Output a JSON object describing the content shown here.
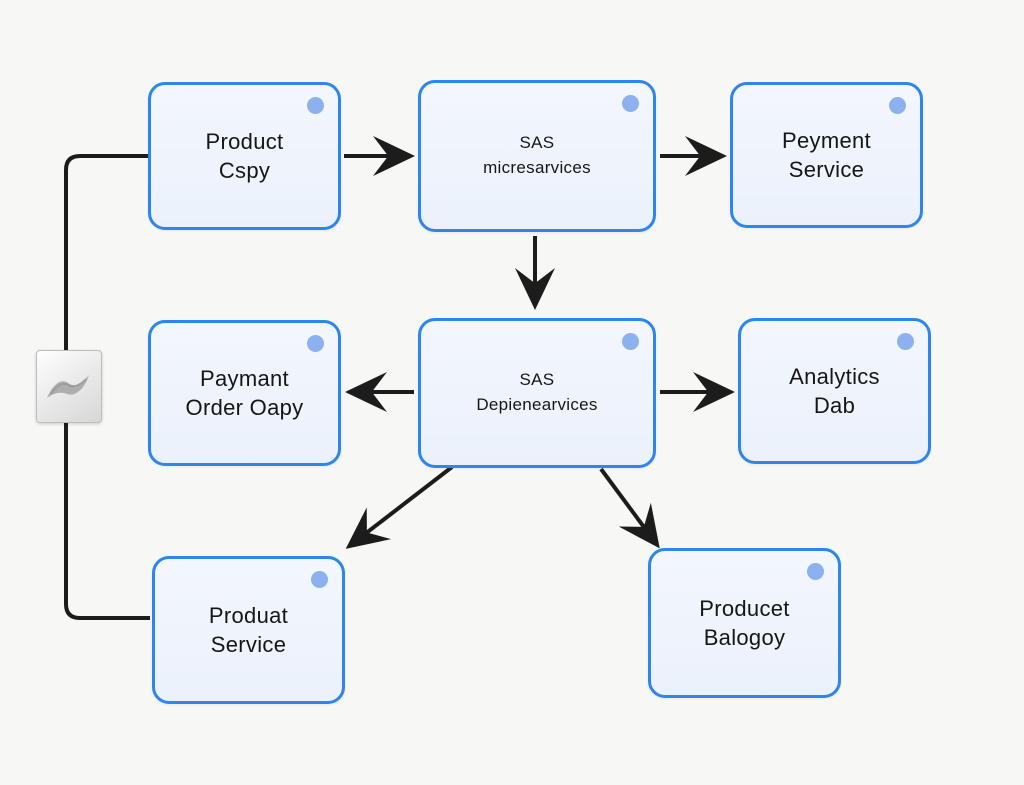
{
  "diagram": {
    "background_color": "#f7f7f5",
    "node_style": {
      "fill": "#edf2fc",
      "border_color": "#2e86ec",
      "corner_dot_color": "#8cb1ee"
    },
    "connector_color": "#1c1c1c",
    "nodes": [
      {
        "id": "product-cspy",
        "line1": "Product",
        "line2": "Cspy"
      },
      {
        "id": "sas-micresarvices",
        "line1": "SAS",
        "line2": "micresarvices"
      },
      {
        "id": "peyment-service",
        "line1": "Peyment",
        "line2": "Service"
      },
      {
        "id": "paymant-order-oapy",
        "line1": "Paymant",
        "line2": "Order Oapy"
      },
      {
        "id": "sas-depienearvices",
        "line1": "SAS",
        "line2": "Depienearvices"
      },
      {
        "id": "analytics-dab",
        "line1": "Analytics",
        "line2": "Dab"
      },
      {
        "id": "produat-service",
        "line1": "Produat",
        "line2": "Service"
      },
      {
        "id": "producet-balogoy",
        "line1": "Producet",
        "line2": "Balogoy"
      }
    ],
    "edges": [
      {
        "from": "product-cspy",
        "to": "sas-micresarvices",
        "style": "arrow-right"
      },
      {
        "from": "sas-micresarvices",
        "to": "peyment-service",
        "style": "arrow-right"
      },
      {
        "from": "sas-micresarvices",
        "to": "sas-depienearvices",
        "style": "arrow-down"
      },
      {
        "from": "sas-depienearvices",
        "to": "paymant-order-oapy",
        "style": "arrow-left"
      },
      {
        "from": "sas-depienearvices",
        "to": "analytics-dab",
        "style": "arrow-right"
      },
      {
        "from": "sas-depienearvices",
        "to": "produat-service",
        "style": "arrow-diagonal-down-left"
      },
      {
        "from": "sas-depienearvices",
        "to": "producet-balogoy",
        "style": "arrow-diagonal-down-right"
      },
      {
        "from": "product-cspy",
        "to": "produat-service",
        "style": "elbow-line-no-arrow"
      }
    ],
    "icon": {
      "name": "wave-swoosh-icon"
    }
  }
}
